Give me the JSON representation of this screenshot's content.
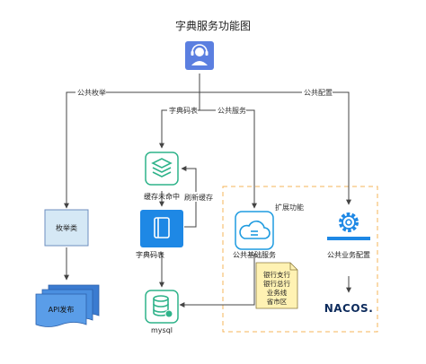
{
  "title": "字典服务功能图",
  "colors": {
    "user_bg": "#5b7fe0",
    "green": "#2fb38a",
    "blue": "#1e88e5",
    "table_fill": "#d5e8f5",
    "table_stroke": "#6c8ebf",
    "docs_fill": "#4a8fe0",
    "note_fill": "#fff2b3",
    "note_stroke": "#8a7a3d",
    "dashed_orange": "#f5b45a",
    "line": "#444444"
  },
  "edges": {
    "public_enum": "公共枚举",
    "dict_code_table": "字典码表",
    "public_service": "公共服务",
    "public_config": "公共配置",
    "refresh_cache": "刷新缓存"
  },
  "nodes": {
    "user_icon": "user-headset",
    "enum_class": "枚举类",
    "api_publish": "API发布",
    "cache_miss": "缓存未命中",
    "dict_code_table": "字典码表",
    "mysql": "mysql",
    "public_base_service": "公共基础服务",
    "public_business_config": "公共业务配置",
    "nacos": "NACOS.",
    "extension_group": "扩展功能"
  },
  "note": {
    "lines": [
      "银行支行",
      "银行总行",
      "业务线",
      "省市区"
    ]
  }
}
